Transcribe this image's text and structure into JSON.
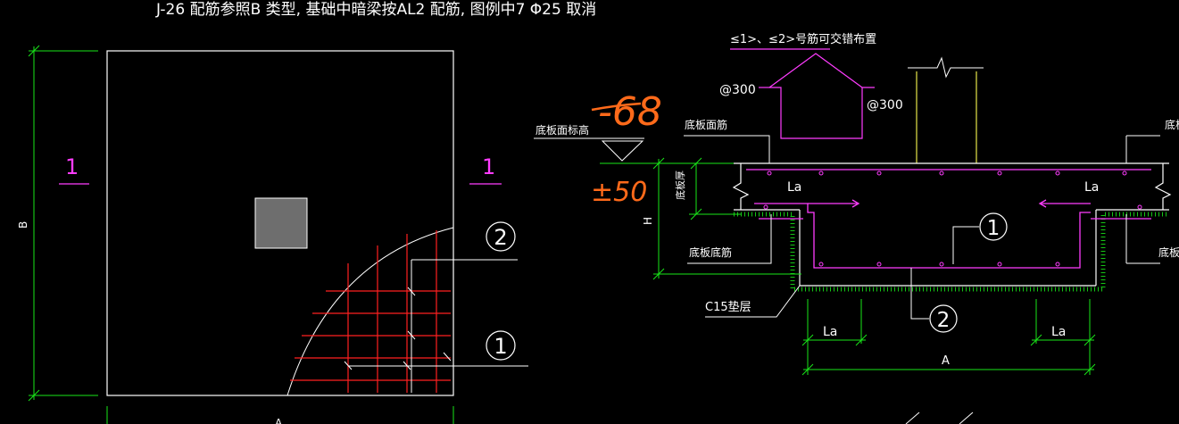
{
  "title": "J-26 配筋参照B 类型, 基础中暗梁按AL2 配筋, 图例中7 Φ25 取消",
  "plan": {
    "dim_left": "B",
    "dim_bottom": "A",
    "section_mark_left": "1",
    "section_mark_right": "1",
    "callout_2": "2",
    "callout_1": "1"
  },
  "section": {
    "rebar_note": "≤1>、≤2>号筋可交错布置",
    "spacing_left": "@300",
    "spacing_right": "@300",
    "top_level_label": "底板面标高",
    "top_rebar_label_left": "底板面筋",
    "top_rebar_label_right": "底板面筋",
    "thickness_label": "底板厚",
    "height_label": "H",
    "la_top_left": "La",
    "la_top_right": "La",
    "callout_1": "1",
    "callout_2": "2",
    "bottom_rebar_label_left": "底板底筋",
    "bottom_rebar_label_right": "底板底筋",
    "cushion_label": "C15垫层",
    "la_bottom_left": "La",
    "la_bottom_right": "La",
    "width_label": "A"
  },
  "annotations": {
    "handwritten_top": "-68",
    "handwritten_side": "±50"
  },
  "colors": {
    "background": "#000000",
    "line_white": "#ffffff",
    "dim_green": "#19e619",
    "rebar_red": "#ff2020",
    "magenta": "#ff3cff",
    "column_yellow": "#e6e64a",
    "column_fill": "#6e6e6e",
    "orange": "#ff6a1a"
  }
}
